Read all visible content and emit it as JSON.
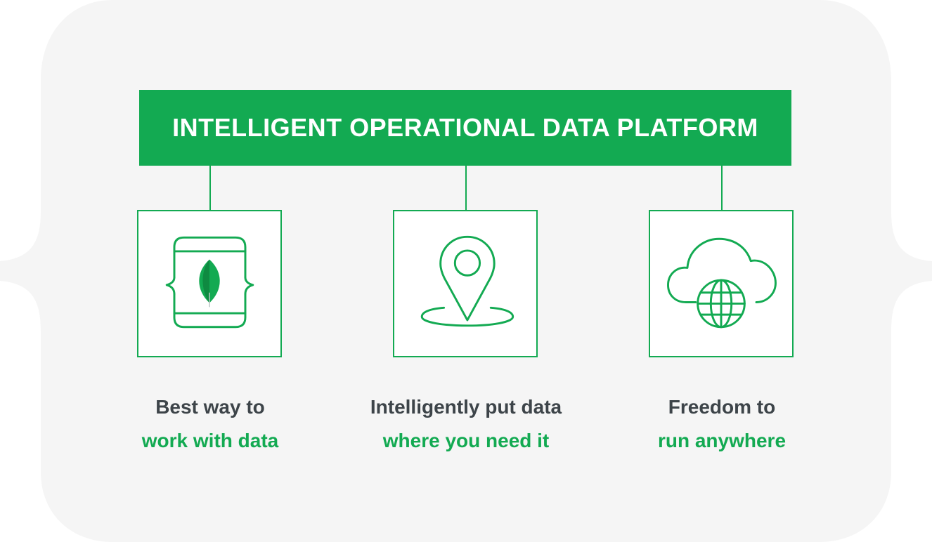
{
  "colors": {
    "brand_green": "#13aa52",
    "brand_green_dark": "#116149",
    "leaf_dark": "#0f8a41",
    "panel_bg": "#f5f5f5",
    "dark_text": "#3d4449",
    "white": "#ffffff"
  },
  "banner": {
    "title": "INTELLIGENT OPERATIONAL DATA PLATFORM"
  },
  "pillars": [
    {
      "icon": "document-leaf-icon",
      "line1": "Best way to",
      "line2": "work with data"
    },
    {
      "icon": "map-pin-icon",
      "line1": "Intelligently put data",
      "line2": "where you need it"
    },
    {
      "icon": "cloud-globe-icon",
      "line1": "Freedom to",
      "line2": "run anywhere"
    }
  ]
}
